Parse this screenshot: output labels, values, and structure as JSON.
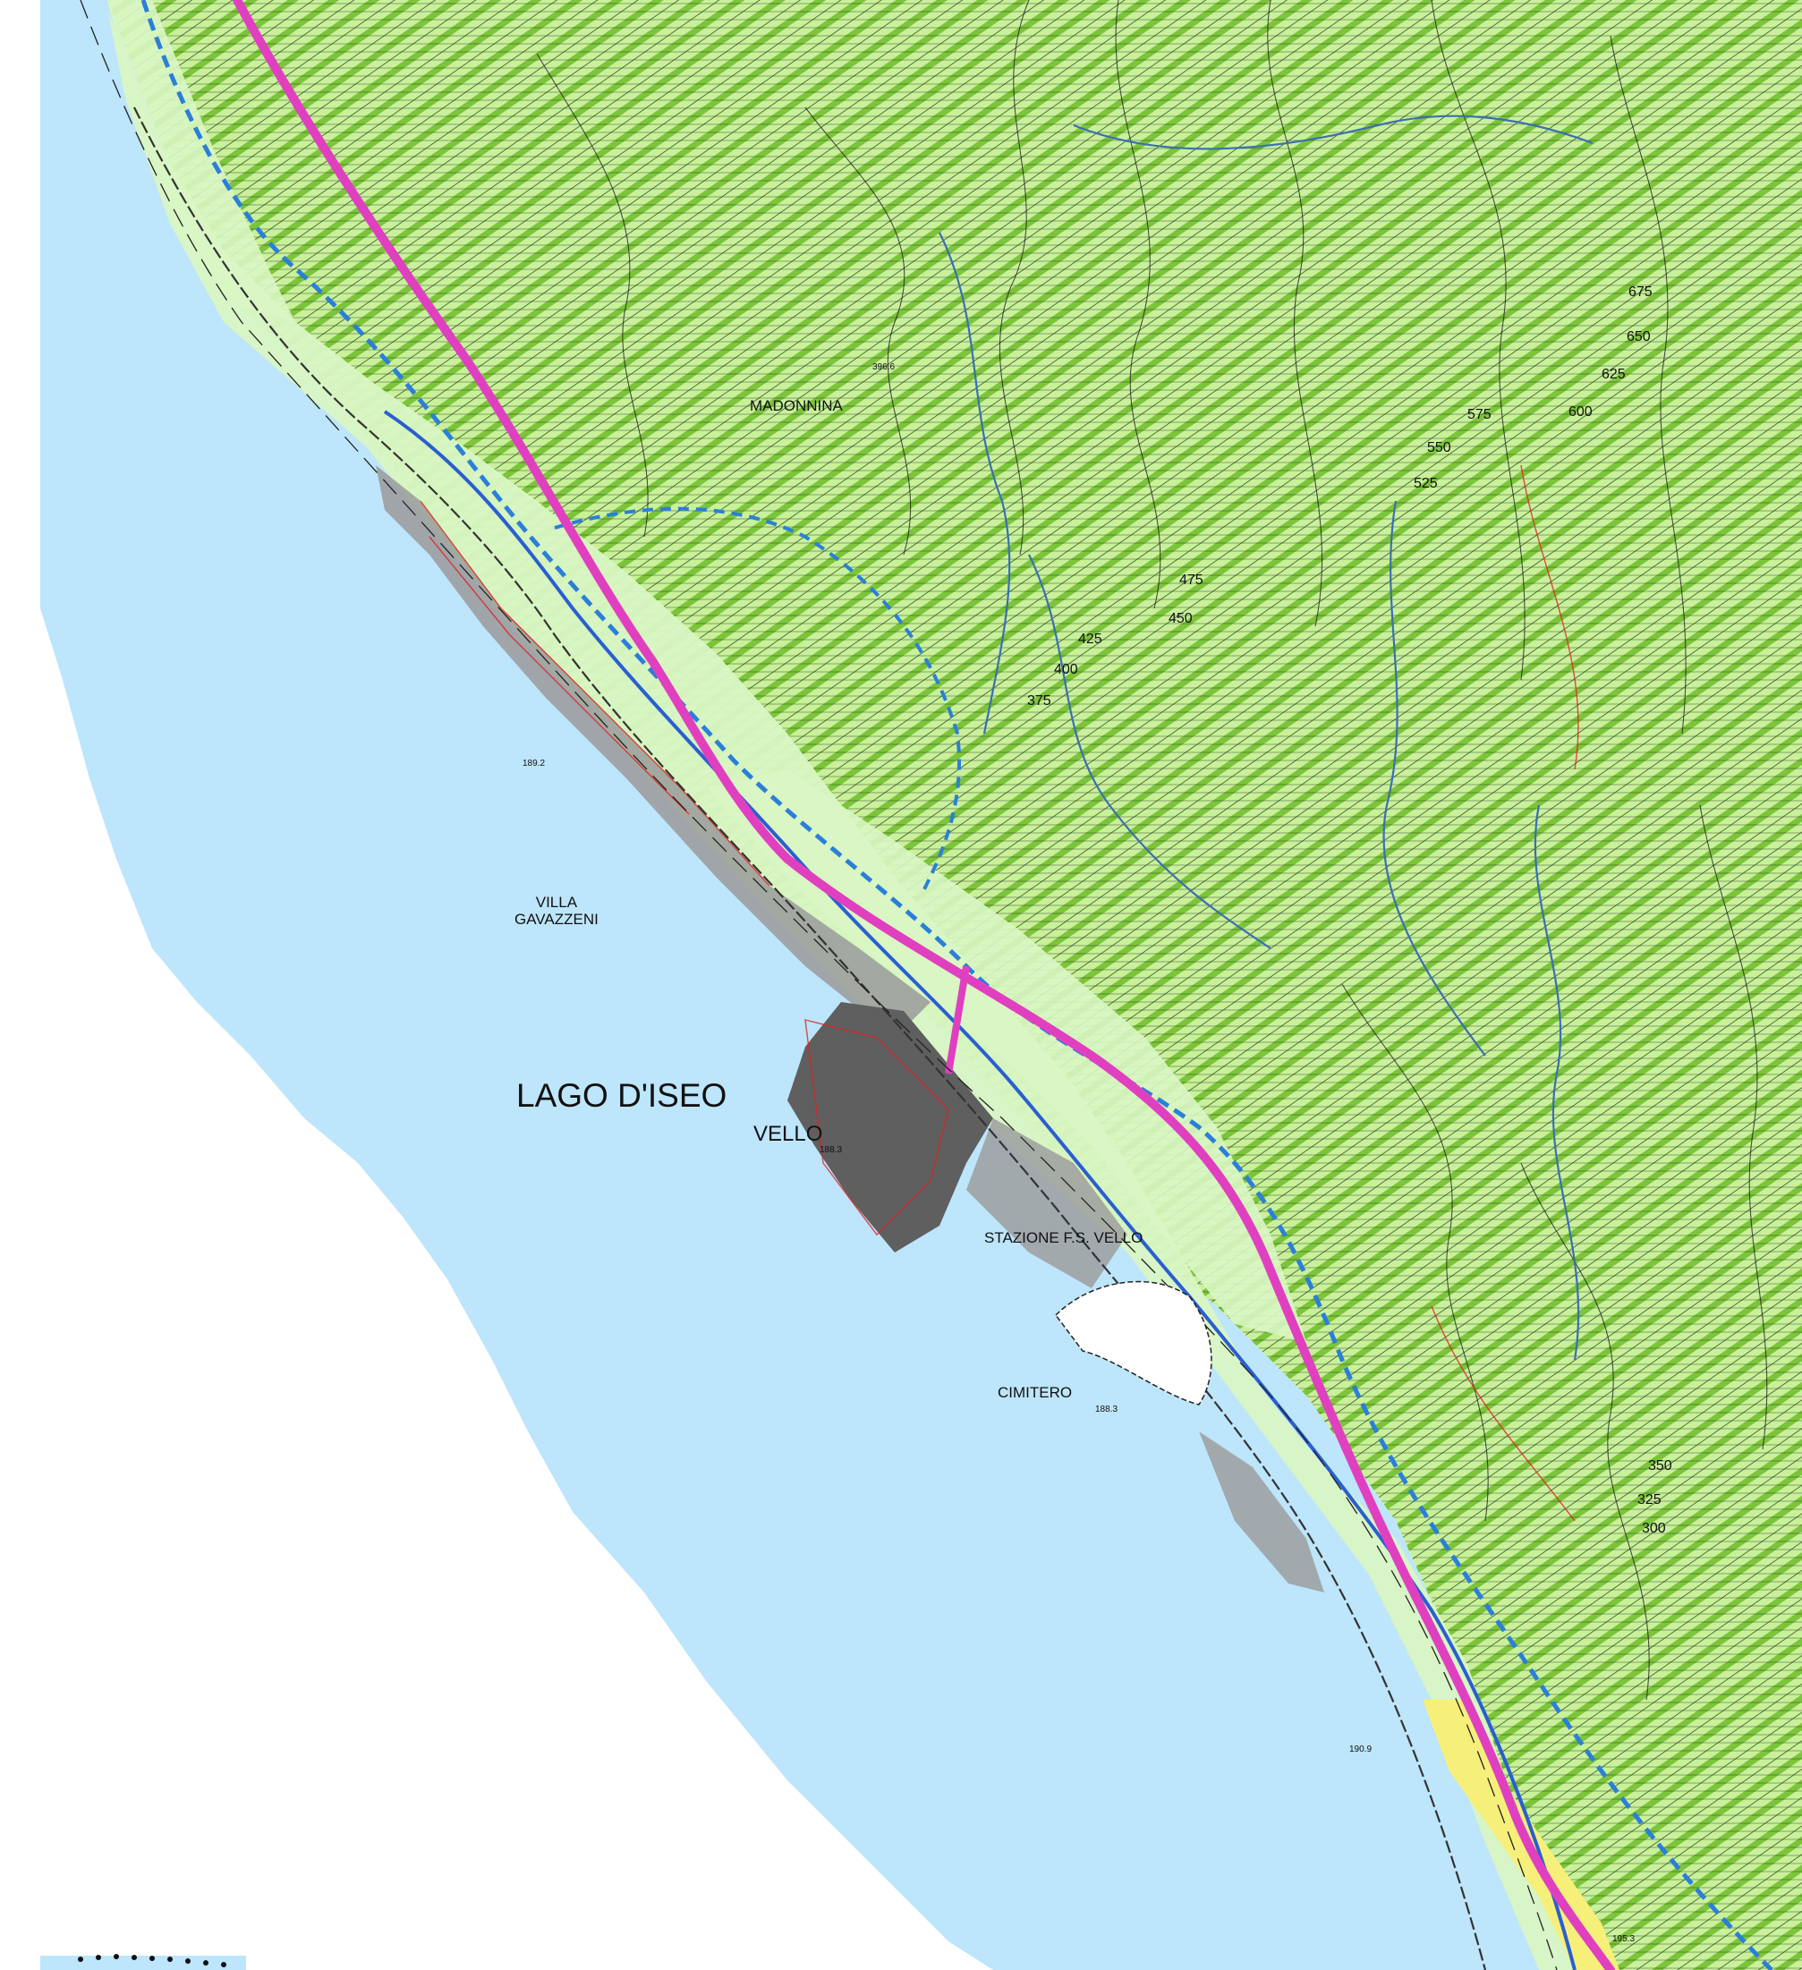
{
  "colors": {
    "lake": "#bde5fb",
    "forest": "#c8f19a",
    "forest_hatch": "#7cc43a",
    "meadow": "#d9f6c4",
    "urban": "#9a9a9a",
    "urban_dark": "#5f5f5f",
    "main_road": "#e040c0",
    "road_blue": "#2a5fd0",
    "trail_blue": "#2a7fd8",
    "stream": "#3a6fb0",
    "contour": "#222222",
    "red_lines": "#e02020",
    "yellow_zone": "#f6f07a"
  },
  "places": {
    "lake": "LAGO D'ISEO",
    "vello": "VELLO",
    "villa_line1": "VILLA",
    "villa_line2": "GAVAZZENI",
    "madonnina": "MADONNINA",
    "stazione": "STAZIONE F.S. VELLO",
    "cimitero": "CIMITERO"
  },
  "elevations": {
    "e1": "189.2",
    "e2": "188.3",
    "e3": "188.3",
    "e4": "190.9",
    "e5": "195.3",
    "e6": "396.6"
  },
  "contours": {
    "c575": "575",
    "c550": "550",
    "c525": "525",
    "c475": "475",
    "c450": "450",
    "c425": "425",
    "c400": "400",
    "c375": "375",
    "c350": "350",
    "c325": "325",
    "c300": "300",
    "c600": "600",
    "c625": "625",
    "c650": "650",
    "c675": "675"
  }
}
